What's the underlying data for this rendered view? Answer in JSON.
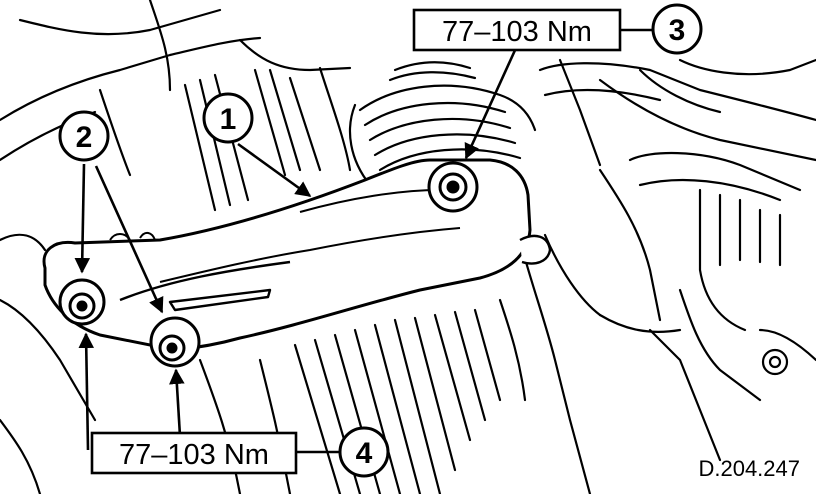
{
  "callouts": {
    "c1": "1",
    "c2": "2",
    "c3": "3",
    "c4": "4"
  },
  "torque_top": "77–103 Nm",
  "torque_bottom": "77–103 Nm",
  "reference_code": "D.204.247"
}
